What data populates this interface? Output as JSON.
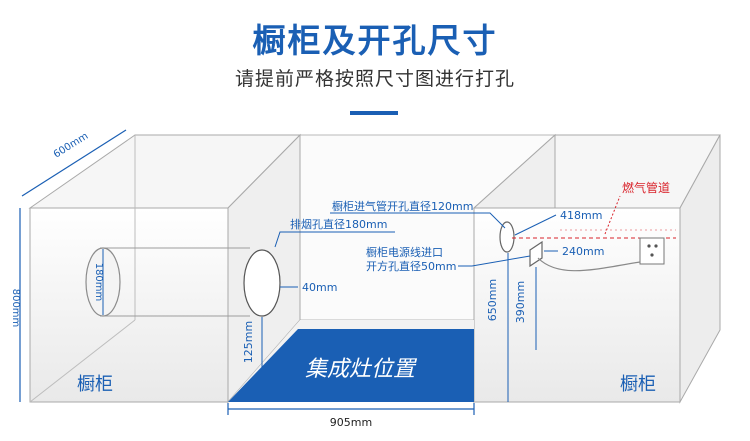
{
  "header": {
    "title": "橱柜及开孔尺寸",
    "subtitle": "请提前严格按照尺寸图进行打孔"
  },
  "diagram": {
    "depth_label": "600mm",
    "height_label": "800mm",
    "width_label": "905mm",
    "duct_hole_diameter_label": "180mm",
    "duct_hole_note": "排烟孔直径180mm",
    "duct_offset_label": "40mm",
    "duct_height_label": "125mm",
    "stove_label": "集成灶位置",
    "left_cabinet_label": "橱柜",
    "right_cabinet_label": "橱柜",
    "gas_hole_note": "橱柜进气管开孔直径120mm",
    "gas_offset_label": "418mm",
    "power_note_line1": "橱柜电源线进口",
    "power_note_line2": "开方孔直径50mm",
    "power_offset_label": "240mm",
    "gas_pipe_label": "燃气管道",
    "gas_height_label": "650mm",
    "power_height_label": "390mm"
  },
  "colors": {
    "brand_blue": "#1a5fb4",
    "gas_red": "#d9222a",
    "line_gray": "#9a9a9a"
  }
}
